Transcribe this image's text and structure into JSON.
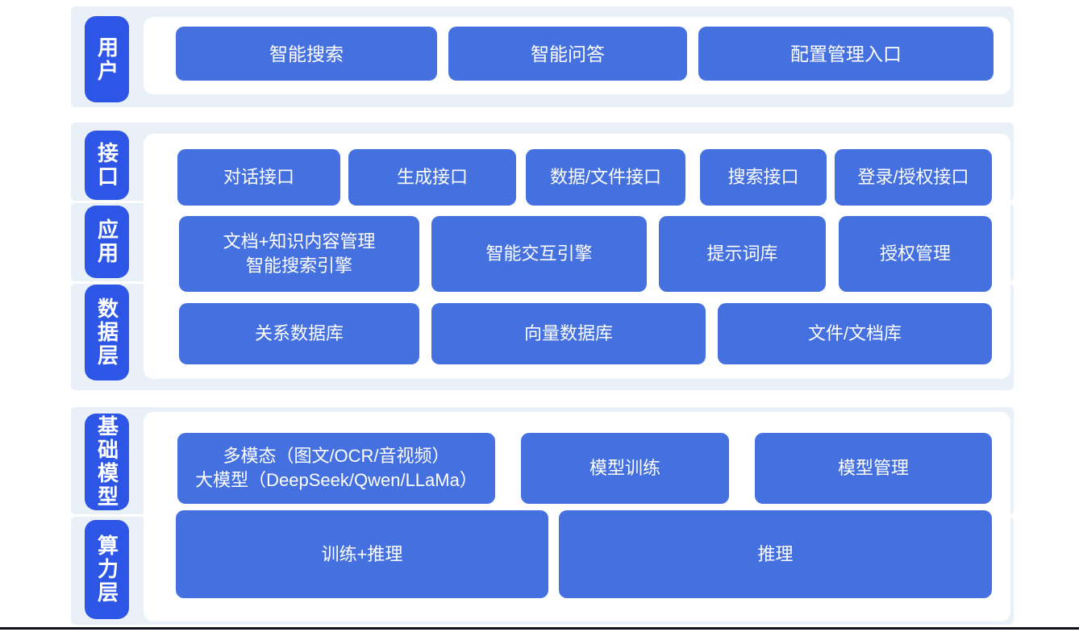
{
  "colors": {
    "label_blue": "#2e56e6",
    "node_blue": "#4470e0",
    "section_bg": "#e9f0f8",
    "panel_bg": "#ffffff",
    "text": "#ffffff",
    "bottom_line": "#0d1016"
  },
  "user_layer": {
    "label": "用户",
    "boxes": [
      "智能搜索",
      "智能问答",
      "配置管理入口"
    ]
  },
  "middle_layer": {
    "labels": [
      "接口",
      "应用",
      "数据层"
    ],
    "interface_row": [
      "对话接口",
      "生成接口",
      "数据/文件接口",
      "搜索接口",
      "登录/授权接口"
    ],
    "application_row": {
      "box1_line1": "文档+知识内容管理",
      "box1_line2": "智能搜索引擎",
      "boxes": [
        "智能交互引擎",
        "提示词库",
        "授权管理"
      ]
    },
    "data_row": [
      "关系数据库",
      "向量数据库",
      "文件/文档库"
    ]
  },
  "foundation_layer": {
    "labels": [
      "基础模型",
      "算力层"
    ],
    "model_row": {
      "box1_line1": "多模态（图文/OCR/音视频）",
      "box1_line2": "大模型（DeepSeek/Qwen/LLaMa）",
      "boxes": [
        "模型训练",
        "模型管理"
      ]
    },
    "compute_row": [
      "训练+推理",
      "推理"
    ]
  }
}
